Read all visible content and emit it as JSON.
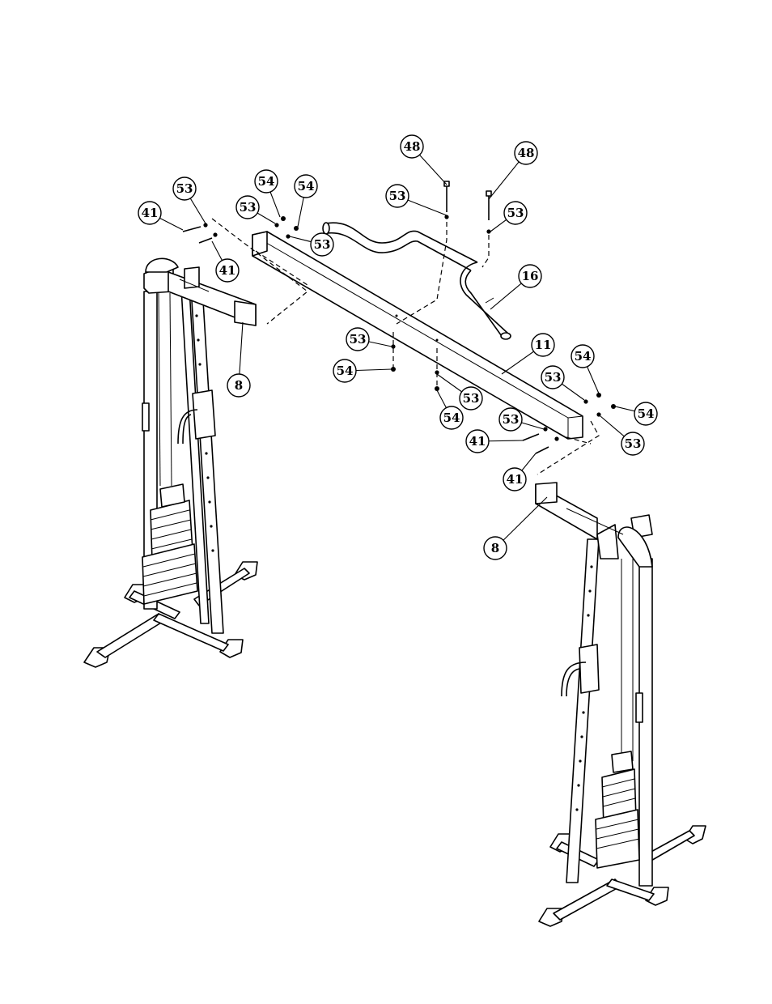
{
  "callouts": [
    {
      "id": "c48a",
      "label": "48"
    },
    {
      "id": "c48b",
      "label": "48"
    },
    {
      "id": "c53a",
      "label": "53"
    },
    {
      "id": "c54a",
      "label": "54"
    },
    {
      "id": "c54b",
      "label": "54"
    },
    {
      "id": "c53b",
      "label": "53"
    },
    {
      "id": "c41a",
      "label": "41"
    },
    {
      "id": "c53c",
      "label": "53"
    },
    {
      "id": "c41b",
      "label": "41"
    },
    {
      "id": "c53d",
      "label": "53"
    },
    {
      "id": "c53e",
      "label": "53"
    },
    {
      "id": "c16",
      "label": "16"
    },
    {
      "id": "c8a",
      "label": "8"
    },
    {
      "id": "c11",
      "label": "11"
    },
    {
      "id": "c53f",
      "label": "53"
    },
    {
      "id": "c54c",
      "label": "54"
    },
    {
      "id": "c54d",
      "label": "54"
    },
    {
      "id": "c53g",
      "label": "53"
    },
    {
      "id": "c54e",
      "label": "54"
    },
    {
      "id": "c53h",
      "label": "53"
    },
    {
      "id": "c54f",
      "label": "54"
    },
    {
      "id": "c53i",
      "label": "53"
    },
    {
      "id": "c53j",
      "label": "53"
    },
    {
      "id": "c41c",
      "label": "41"
    },
    {
      "id": "c41d",
      "label": "41"
    },
    {
      "id": "c8b",
      "label": "8"
    }
  ]
}
